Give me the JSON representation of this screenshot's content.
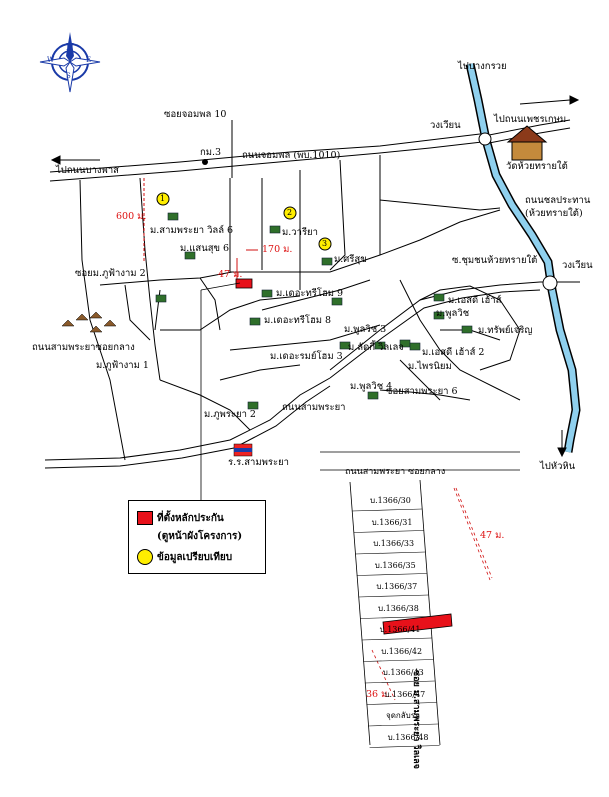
{
  "compass": {
    "n": "N",
    "e": "E",
    "s": "S",
    "w": "W"
  },
  "roads": {
    "to_bang_kruai": "ไปบางกรวย",
    "to_phetkasem": "ไปถนนเพชรเกษม",
    "to_bang_bua_thong": "ไปถนนบางพาส",
    "chom_phon_road": "ถนนจอมพล (พบ.1010)",
    "chom_phon_soi_10": "ซอยจอมพล 10",
    "chonprathan_road": "ถนนชลประทาน",
    "huai_sai_tai_paren": "(ห้วยทรายใต้)",
    "phu_fah_ngam_soi": "ซอยม.ภูฟ้างาม 2",
    "sam_phraya_road_left": "ถนนสามพระยาซอยกลาง",
    "sam_phraya_road": "ถนนสามพระยา",
    "sam_phraya_soi6": "ซอยสามพระยา 6",
    "to_hua_hin": "ไปหัวหิน"
  },
  "places": {
    "km3": "กม.3",
    "wongwian_top": "วงเวียน",
    "wongwian_right": "วงเวียน",
    "temple": "วัดห้วยทรายใต้",
    "community": "ซ.ชุมชนห้วยทรายใต้",
    "school": "ร.ร.สามพระยา",
    "dist_600": "600 ม.",
    "dist_170": "170 ม.",
    "dist_47": "47 ม."
  },
  "villages": [
    "ม.สามพระยา วิลล์ 6",
    "ม.วารียา",
    "ม.ศรีสุข",
    "ม.แสนสุข 6",
    "ม.เดอะทรีโฮม 9",
    "ม.เดอะทรีโฮม 8",
    "ม.ภูฟ้างาม 1",
    "ม.เดอะรมย์โฮม 3",
    "ม.ลัดกี้ วิลเลจ",
    "ม.พูลวิช 3",
    "ม.ภูพระยา 2",
    "ม.พูลวิช 4",
    "ม.เอสดี เฮ้าส์",
    "ม.พูลวิช",
    "ม.ทรัพย์เจริญ",
    "ม.เอสดี เฮ้าส์ 2",
    "ม.ไพรนิยม"
  ],
  "comparables": [
    "1",
    "2",
    "3"
  ],
  "legend": {
    "site": "ที่ตั้งหลักประกัน",
    "site_sub": "(ตูหน้าผังโครงการ)",
    "comparable": "ข้อมูลเปรียบเทียบ"
  },
  "inset": {
    "road": "ถนนสามพระยา ซอยกลาง",
    "side_road": "ซอย ม.สามพระยา วิลเลจ",
    "dist_top": "47 ม.",
    "dist_side": "36 ม.",
    "lots": [
      "บ.1366/30",
      "บ.1366/31",
      "บ.1366/33",
      "บ.1366/35",
      "บ.1366/37",
      "บ.1366/38",
      "บ.1366/41",
      "บ.1366/42",
      "บ.1366/43",
      "บ.1366/47",
      "จุดกลับรถ",
      "บ.1366/48"
    ]
  },
  "colors": {
    "subject": "#e8111a",
    "comparable": "#ffee00",
    "river": "#8fd0ee",
    "red_text": "#d11111"
  }
}
